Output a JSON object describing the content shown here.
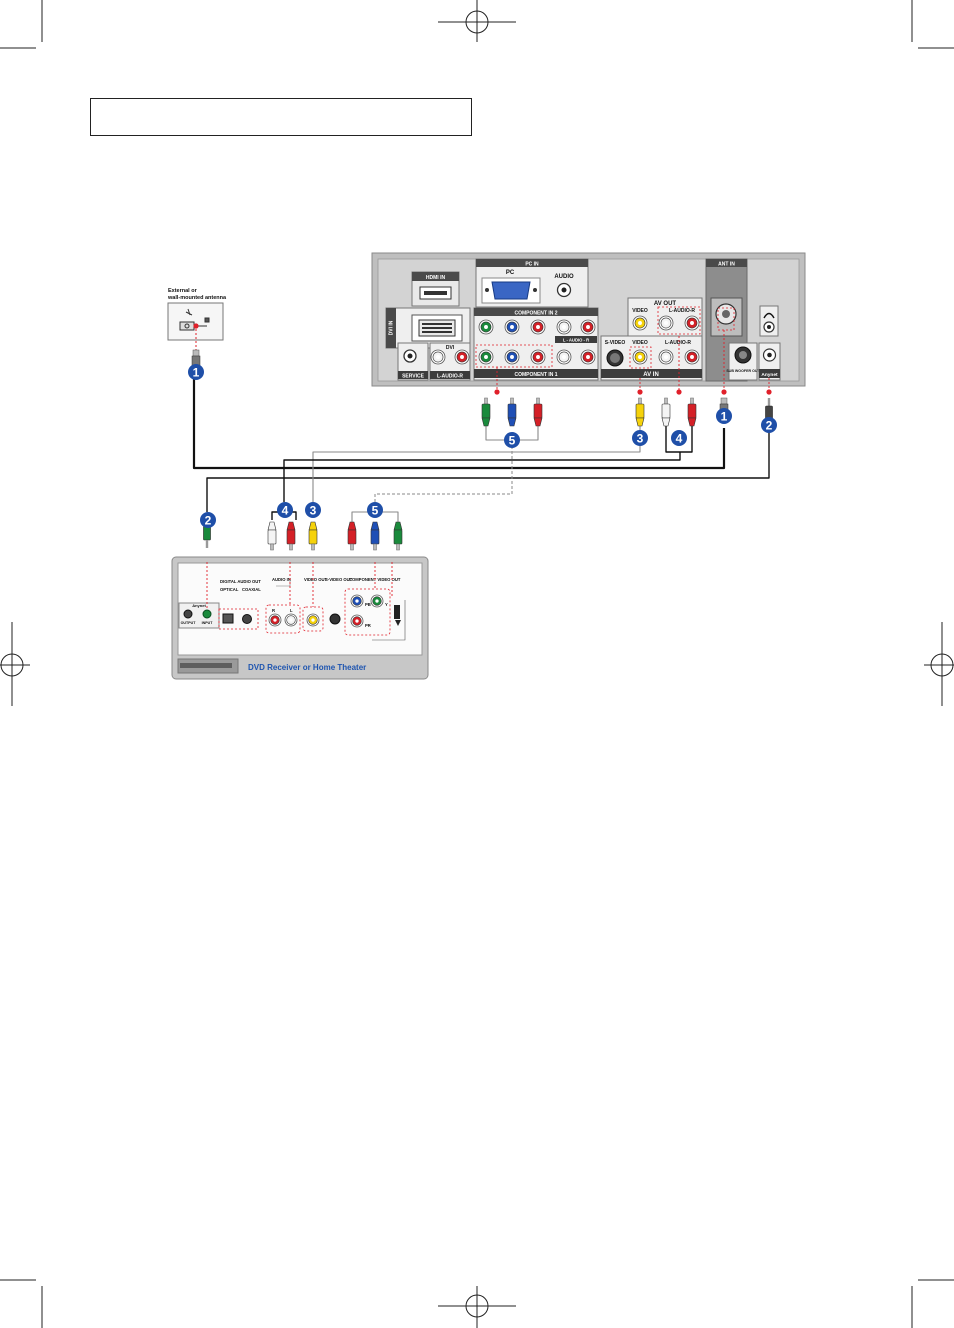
{
  "heading_box": {
    "text": ""
  },
  "antenna": {
    "label_line1": "External or",
    "label_line2": "wall-mounted antenna"
  },
  "tv_panel": {
    "hdmi_in": "HDMI IN",
    "pc_in": "PC IN",
    "pc": "PC",
    "audio": "AUDIO",
    "dvi_in": "DVI IN",
    "dvi": "DVI",
    "service": "SERVICE",
    "dvi_audio": "L-AUDIO-R",
    "component_in_2": "COMPONENT IN 2",
    "component_in_1": "COMPONENT IN 1",
    "comp_audio": "L - AUDIO - R",
    "av_out": "AV OUT",
    "av_out_video": "VIDEO",
    "av_out_audio": "L-AUDIO-R",
    "av_in": "AV IN",
    "s_video": "S-VIDEO",
    "av_in_video": "VIDEO",
    "av_in_audio": "L-AUDIO-R",
    "ant_in": "ANT IN",
    "sub_woofer": "SUB WOOFER OUT",
    "anynet": "Anynet"
  },
  "dvd_panel": {
    "title": "DVD Receiver or Home Theater",
    "anynet": "Anynet",
    "output": "OUTPUT",
    "input": "INPUT",
    "digital_audio_out": "DIGITAL AUDIO OUT",
    "optical": "OPTICAL",
    "coaxial": "COAXIAL",
    "audio_in": "AUDIO IN",
    "r": "R",
    "l": "L",
    "video_out": "VIDEO OUT",
    "s_video_out": "S-VIDEO OUT",
    "component_video_out": "COMPONENT VIDEO OUT",
    "pb": "PB",
    "y": "Y",
    "pr": "PR"
  },
  "callouts": [
    "1",
    "2",
    "3",
    "4",
    "5"
  ],
  "colors": {
    "green": "#1a8a3c",
    "blue": "#1f4fb5",
    "red": "#d42027",
    "yellow": "#f5d20b",
    "white": "#f4f4f4",
    "callout": "#1f4fa8",
    "marker": "#e0202a"
  }
}
